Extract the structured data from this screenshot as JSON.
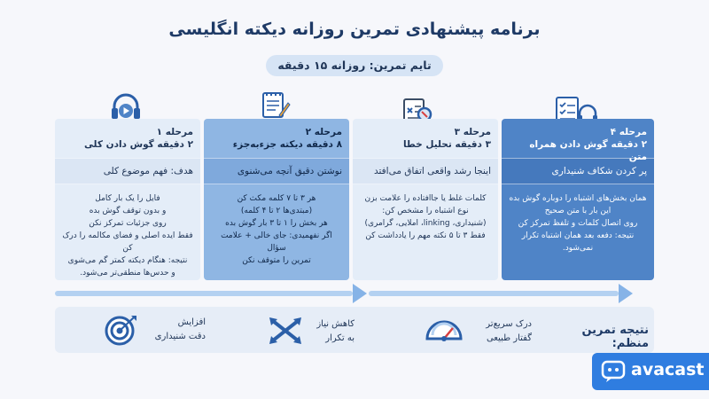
{
  "header": {
    "title": "برنامه پیشنهادی تمرین روزانه دیکته انگلیسی",
    "time_label": "تایم تمرین: روزانه ۱۵ دقیقه"
  },
  "stages": [
    {
      "stage": "مرحله ۱",
      "duration": "۲ دقیقه گوش دادن کلی",
      "goal": "هدف: فهم موضوع کلی",
      "lines": [
        "فایل را یک بار کامل",
        "و بدون توقف گوش بده",
        "روی جزئیات تمرکز نکن",
        "فقط ایده اصلی و فضای مکالمه را درک کن",
        "نتیجه: هنگام دیکته کمتر گم می‌شوی",
        "و حدس‌ها منطقی‌تر می‌شود."
      ],
      "icon": "headphones-play-icon"
    },
    {
      "stage": "مرحله ۲",
      "duration": "۸ دقیقه دیکته جزءبه‌جزء",
      "goal": "نوشتن دقیق آنچه می‌شنوی",
      "lines": [
        "هر ۳ تا ۷ کلمه مکث کن",
        "(مبتدی‌ها ۲ تا ۴ کلمه)",
        "هر بخش را ۱ تا ۳ بار گوش بده",
        "اگر نفهمیدی: جای خالی + علامت سؤال",
        "تمرین را متوقف نکن"
      ],
      "icon": "notepad-pen-icon"
    },
    {
      "stage": "مرحله ۳",
      "duration": "۳ دقیقه تحلیل خطا",
      "goal": "اینجا رشد واقعی اتفاق می‌افتد",
      "lines": [
        "کلمات غلط یا جاافتاده را علامت بزن",
        "نوع اشتباه را مشخص کن:",
        "(شنیداری، linking، املایی، گرامری)",
        "فقط ۳ تا ۵ نکته مهم را یادداشت کن"
      ],
      "icon": "document-magnifier-icon"
    },
    {
      "stage": "مرحله ۴",
      "duration": "۲ دقیقه گوش دادن همراه متن",
      "goal": "پر کردن شکاف شنیداری",
      "lines": [
        "همان بخش‌های اشتباه را دوباره گوش بده",
        "این بار با متن صحیح",
        "روی اتصال کلمات و تلفظ تمرکز کن",
        "نتیجه: دفعه بعد همان اشتباه تکرار نمی‌شود."
      ],
      "icon": "checklist-headphones-icon"
    }
  ],
  "result": {
    "title": "نتیجه تمرین منظم:",
    "items": [
      {
        "line1": "درک سریع‌تر",
        "line2": "گفتار طبیعی",
        "icon": "speedometer-icon"
      },
      {
        "line1": "کاهش نیاز",
        "line2": "به تکرار",
        "icon": "crossed-arrows-icon"
      },
      {
        "line1": "افزایش",
        "line2": "دقت شنیداری",
        "icon": "target-icon"
      }
    ]
  },
  "brand": {
    "name": "avacast",
    "color": "#2f7de0"
  }
}
